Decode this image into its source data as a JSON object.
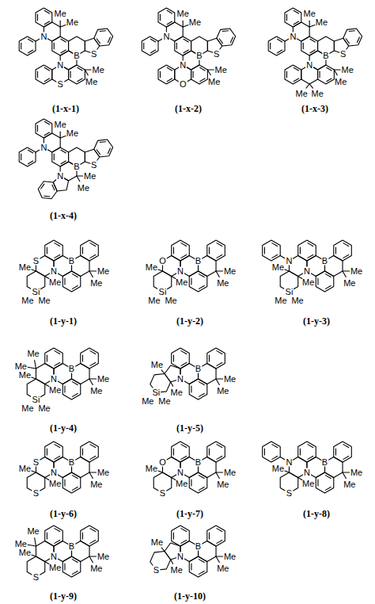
{
  "diagram": {
    "labels": [
      "Me",
      "Me",
      "N",
      "S",
      "B",
      "S",
      "N",
      "Me",
      "Me",
      "(1-x-1)",
      "Me",
      "Me",
      "N",
      "S",
      "B",
      "O",
      "N",
      "Me",
      "Me",
      "(1-x-2)",
      "Me",
      "Me",
      "N",
      "S",
      "Me",
      "Me",
      "B",
      "N",
      "Me",
      "Me",
      "(1-x-3)",
      "Me",
      "Me",
      "N",
      "S",
      "B",
      "N",
      "Me",
      "Me",
      "(1-x-4)",
      "S",
      "B",
      "Me",
      "Me",
      "Me",
      "N",
      "Me",
      "Si",
      "Me",
      "Me",
      "(1-y-1)",
      "O",
      "B",
      "Me",
      "Me",
      "Me",
      "N",
      "Me",
      "Si",
      "Me",
      "Me",
      "(1-y-2)",
      "N",
      "B",
      "Me",
      "Me",
      "Me",
      "N",
      "Me",
      "Si",
      "Me",
      "Me",
      "(1-y-3)",
      "Me",
      "Me",
      "B",
      "Me",
      "Me",
      "Me",
      "N",
      "Me",
      "Si",
      "Me",
      "Me",
      "(1-y-4)",
      "Me",
      "N",
      "B",
      "Me",
      "Me",
      "Me",
      "Si",
      "Me",
      "Me",
      "(1-y-5)",
      "S",
      "B",
      "Me",
      "Me",
      "Me",
      "N",
      "Me",
      "S",
      "(1-y-6)",
      "O",
      "B",
      "Me",
      "Me",
      "Me",
      "N",
      "Me",
      "S",
      "(1-y-7)",
      "N",
      "B",
      "Me",
      "Me",
      "Me",
      "N",
      "Me",
      "S",
      "(1-y-8)",
      "Me",
      "Me",
      "B",
      "Me",
      "Me",
      "Me",
      "N",
      "Me",
      "S",
      "(1-y-9)",
      "Me",
      "N",
      "B",
      "Me",
      "Me",
      "Me",
      "S",
      "(1-y-10)"
    ]
  }
}
